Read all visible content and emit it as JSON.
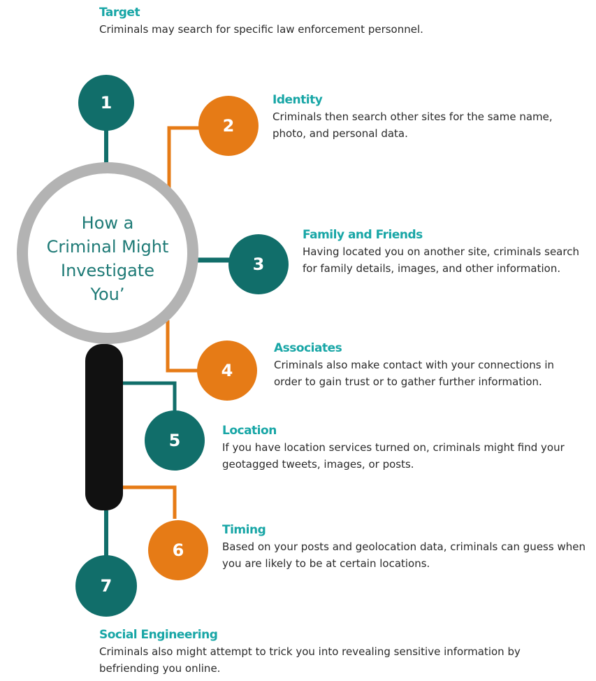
{
  "center": {
    "lines": [
      "How a",
      "Criminal Might",
      "Investigate",
      "You’"
    ]
  },
  "colors": {
    "teal": "#116e6a",
    "orange": "#e67b16",
    "gray_ring": "#b3b3b3",
    "handle": "#111111",
    "heading": "#18a6a6"
  },
  "steps": [
    {
      "number": "1",
      "title": "Target",
      "description": "Criminals may search for specific law enforcement personnel."
    },
    {
      "number": "2",
      "title": "Identity",
      "description": "Criminals then search other sites for the same name, photo, and personal data."
    },
    {
      "number": "3",
      "title": "Family and Friends",
      "description": "Having located you on another site, criminals search for family details, images, and other information."
    },
    {
      "number": "4",
      "title": "Associates",
      "description": "Criminals also make contact with your connections in order to gain trust or to gather further information."
    },
    {
      "number": "5",
      "title": "Location",
      "description": "If you have location services turned on, criminals might find your geotagged tweets, images, or posts."
    },
    {
      "number": "6",
      "title": "Timing",
      "description": "Based on your posts and geolocation data, criminals can guess when you are likely to be at certain locations."
    },
    {
      "number": "7",
      "title": "Social Engineering",
      "description": "Criminals also might attempt to trick you into revealing sensitive information by befriending you online."
    }
  ]
}
